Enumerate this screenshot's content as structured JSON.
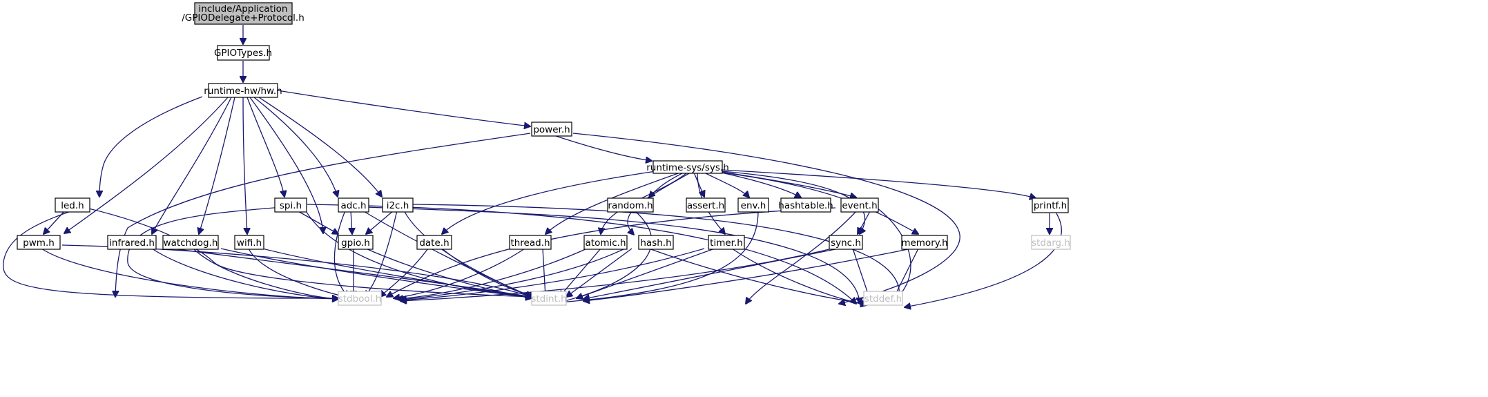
{
  "diagram": {
    "root": {
      "line1": "include/Application",
      "line2": "/GPIODelegate+Protocol.h"
    },
    "nodes": {
      "gpiotypes": "GPIOTypes.h",
      "hw": "runtime-hw/hw.h",
      "power": "power.h",
      "sys": "runtime-sys/sys.h",
      "led": "led.h",
      "spi": "spi.h",
      "adc": "adc.h",
      "i2c": "i2c.h",
      "random": "random.h",
      "assert": "assert.h",
      "env": "env.h",
      "hashtable": "hashtable.h",
      "event": "event.h",
      "printf": "printf.h",
      "pwm": "pwm.h",
      "infrared": "infrared.h",
      "watchdog": "watchdog.h",
      "wifi": "wifi.h",
      "gpio": "gpio.h",
      "date": "date.h",
      "thread": "thread.h",
      "atomic": "atomic.h",
      "hash": "hash.h",
      "timer": "timer.h",
      "sync": "sync.h",
      "memory": "memory.h",
      "stdarg": "stdarg.h",
      "stdbool": "stdbool.h",
      "stdint": "stdint.h",
      "stddef": "stddef.h"
    }
  }
}
